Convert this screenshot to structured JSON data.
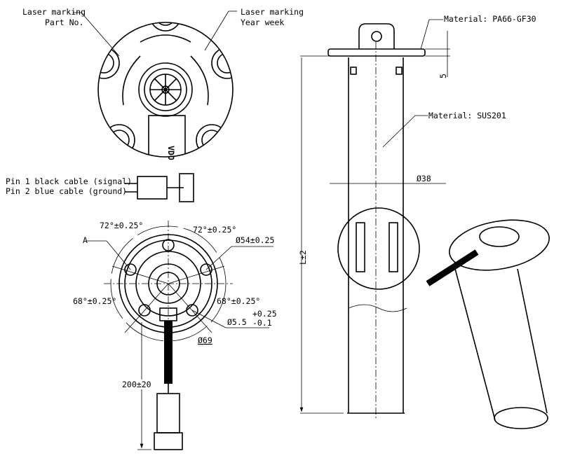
{
  "labels": {
    "laser_part_line1": "Laser marking",
    "laser_part_line2": "Part No.",
    "laser_year_line1": "Laser marking",
    "laser_year_line2": "Year week",
    "pin1": "Pin 1 black cable (signal)",
    "pin2": "Pin 2 blue cable (ground)",
    "material_flange": "Material: PA66-GF30",
    "material_tube": "Material: SUS201",
    "datum_a": "A",
    "logo": "VDO"
  },
  "dimensions": {
    "angle_top_left": "72°±0.25°",
    "angle_top_right": "72°±0.25°",
    "angle_bottom_left": "68°±0.25°",
    "angle_bottom_right": "68°±0.25°",
    "bolt_circle": "Ø54±0.25",
    "hole_dia": "Ø5.5",
    "hole_tol_upper": "+0.25",
    "hole_tol_lower": "-0.1",
    "outer_dia": "Ø69",
    "cable_length": "200±20",
    "tube_dia": "Ø38",
    "flange_thickness": "5",
    "length": "L±2"
  }
}
